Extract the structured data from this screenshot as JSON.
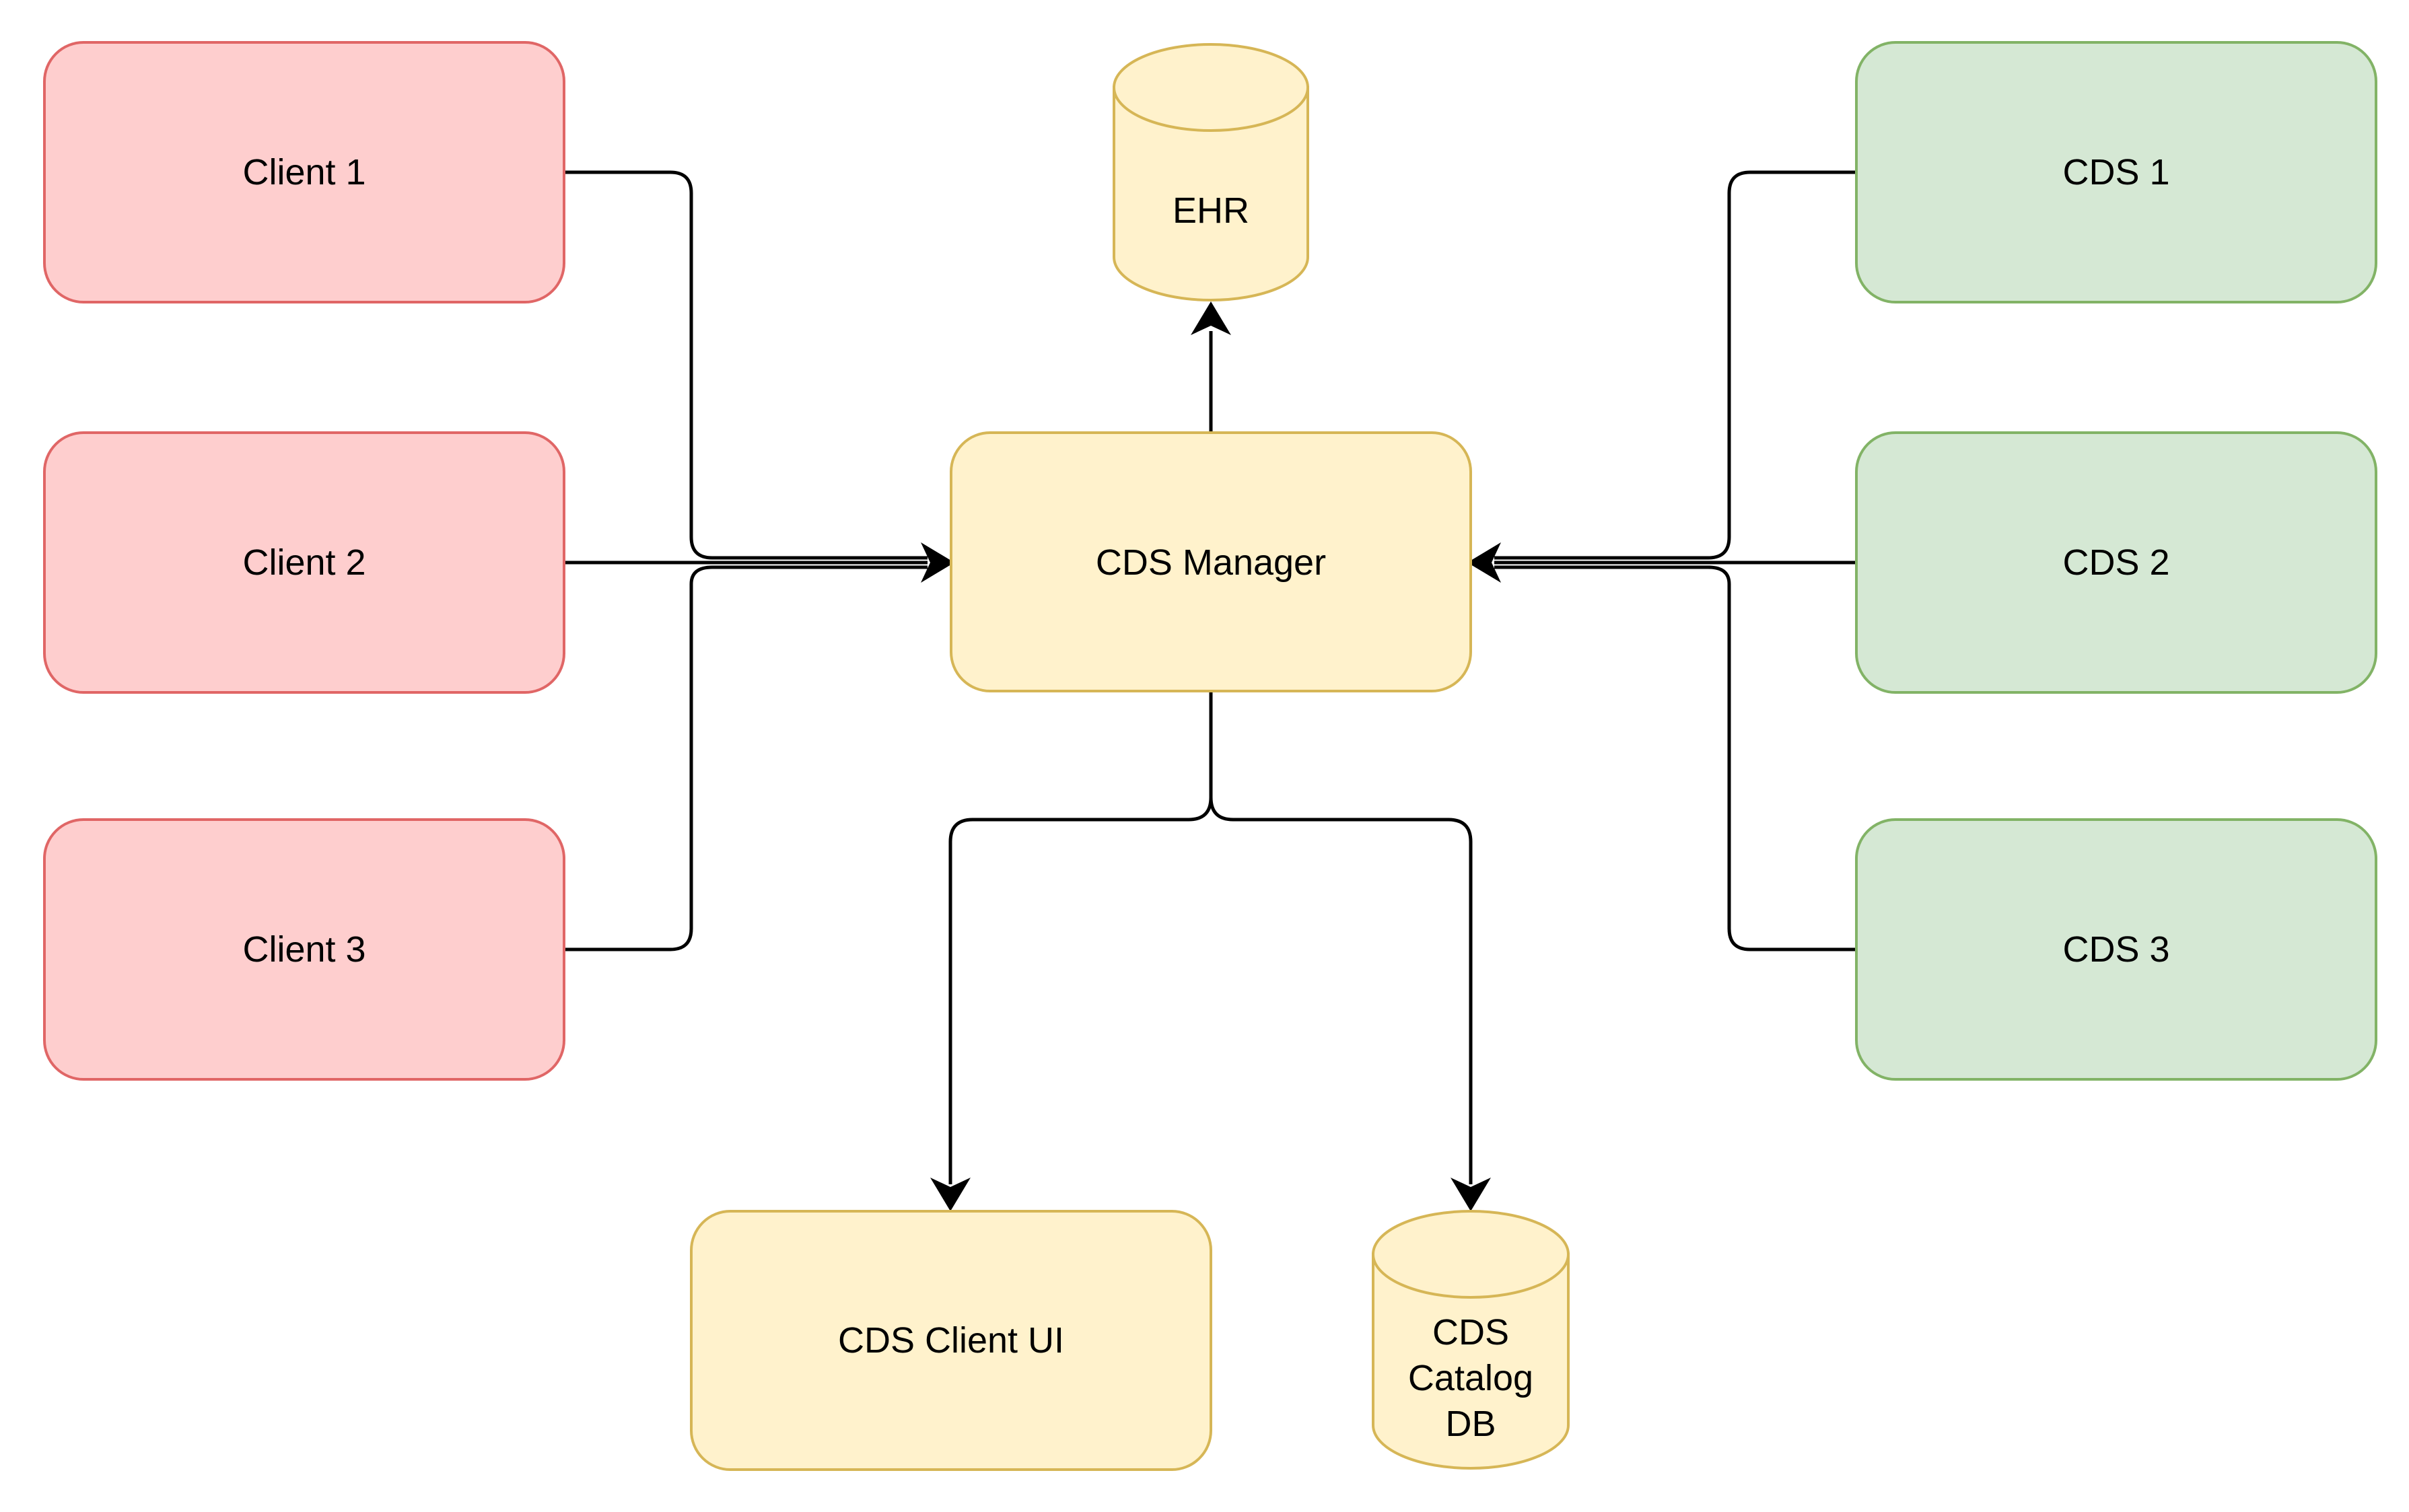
{
  "colors": {
    "client_fill": "#fecece",
    "client_stroke": "#e06666",
    "cds_fill": "#d5e8d4",
    "cds_stroke": "#82b366",
    "core_fill": "#fff2cc",
    "core_stroke": "#d6b656",
    "edge": "#000000"
  },
  "nodes": {
    "client1": {
      "label": "Client 1"
    },
    "client2": {
      "label": "Client 2"
    },
    "client3": {
      "label": "Client 3"
    },
    "cds1": {
      "label": "CDS 1"
    },
    "cds2": {
      "label": "CDS 2"
    },
    "cds3": {
      "label": "CDS 3"
    },
    "manager": {
      "label": "CDS Manager"
    },
    "ehr": {
      "label": "EHR"
    },
    "client_ui": {
      "label": "CDS Client UI"
    },
    "catalog_db": {
      "lines": [
        "CDS",
        "Catalog",
        "DB"
      ]
    }
  }
}
